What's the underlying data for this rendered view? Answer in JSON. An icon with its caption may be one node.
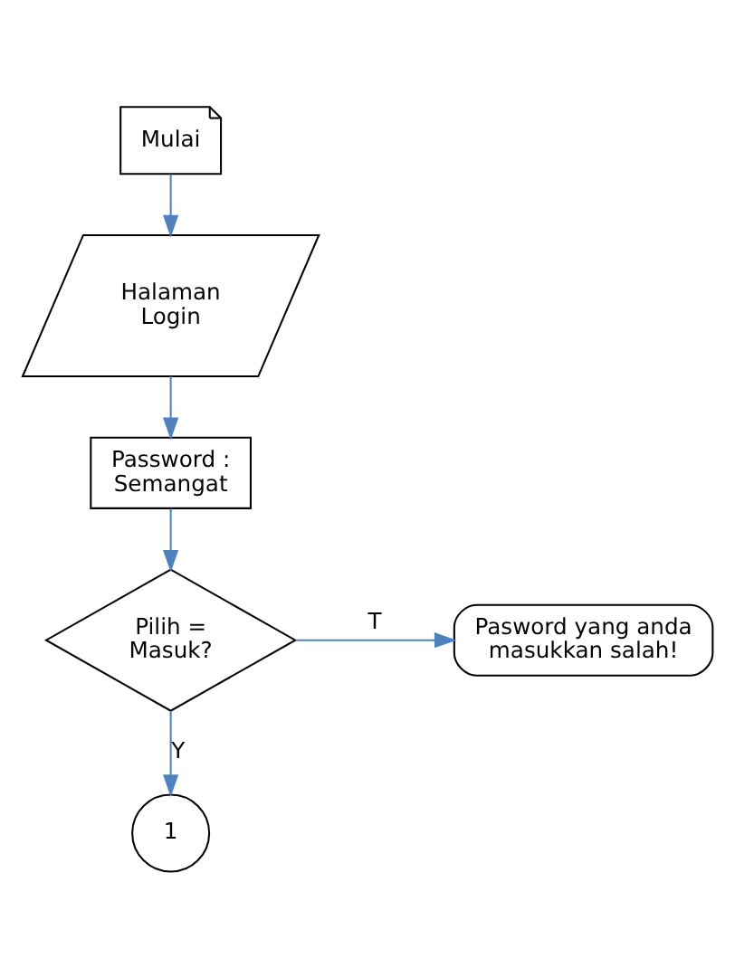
{
  "diagram": {
    "nodes": [
      {
        "text": [
          "Mulai"
        ]
      },
      {
        "text": [
          "Halaman Login"
        ]
      },
      {
        "text": [
          "Password : Semangat"
        ]
      },
      {
        "text": [
          "Pilih = Masuk?"
        ]
      },
      {
        "text": [
          "Pasword yang anda masukkan salah!"
        ]
      },
      {
        "text": [
          "1"
        ]
      }
    ],
    "edges": [
      {
        "from": 0,
        "to": 1,
        "arrow": "to"
      },
      {
        "from": 1,
        "to": 2,
        "arrow": "to"
      },
      {
        "from": 2,
        "to": 3,
        "arrow": "to"
      },
      {
        "from": 3,
        "to": 4,
        "arrow": "to",
        "label": "T"
      },
      {
        "from": 3,
        "to": 5,
        "arrow": "to",
        "label": "Y"
      }
    ]
  }
}
